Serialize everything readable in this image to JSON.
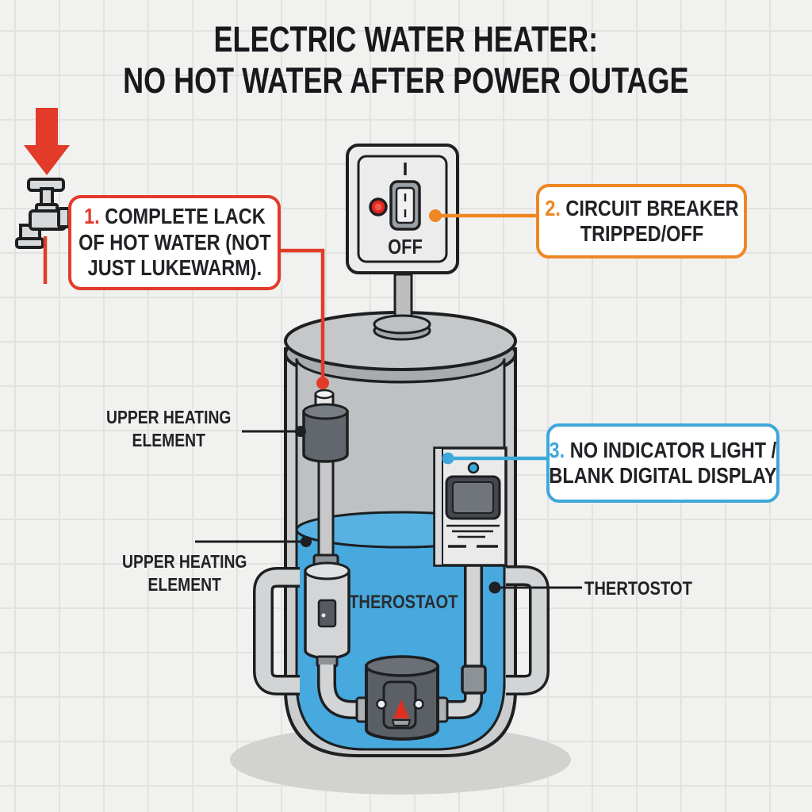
{
  "title": {
    "line1": "ELECTRIC WATER HEATER:",
    "line2": "NO HOT WATER AFTER POWER OUTAGE"
  },
  "callouts": [
    {
      "number": "1.",
      "lines": [
        "COMPLETE LACK",
        "OF HOT WATER (NOT",
        "JUST LUKEWARM)."
      ],
      "accent": "#e23b2a"
    },
    {
      "number": "2.",
      "lines": [
        "CIRCUIT BREAKER",
        "TRIPPED/OFF"
      ],
      "accent": "#ee8722"
    },
    {
      "number": "3.",
      "lines": [
        "NO INDICATOR LIGHT /",
        "BLANK DIGITAL DISPLAY"
      ],
      "accent": "#3da8da"
    }
  ],
  "labels": {
    "upper_heating_element_1": {
      "line1": "UPPER HEATING",
      "line2": "ELEMENT"
    },
    "upper_heating_element_2": {
      "line1": "UPPER HEATING",
      "line2": "ELEMENT"
    },
    "tank_thermostat": "THEROSTAOT",
    "right_thermostat": "THERTOSTOT",
    "breaker_state": "OFF"
  },
  "colors": {
    "red_accent": "#e23b2a",
    "orange_accent": "#ee8722",
    "blue_accent": "#3da8da",
    "water_blue": "#47a9de",
    "outline": "#1d1f21",
    "text": "#202225",
    "tank_gray": "#cbccce",
    "background": "#f1f1f0"
  }
}
